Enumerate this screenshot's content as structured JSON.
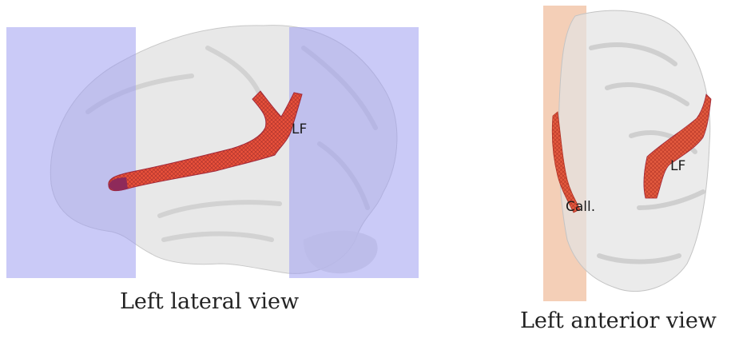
{
  "panels": [
    {
      "caption": "Left lateral view",
      "labels": [
        "LF"
      ]
    },
    {
      "caption": "Left anterior view",
      "labels": [
        "LF",
        "Call."
      ]
    }
  ],
  "colors": {
    "slab_blue": "#b3b3f5",
    "slab_orange": "#f2c7aa",
    "fissure_red": "#e8503a",
    "fissure_dark": "#a0283a",
    "brain_fill": "#e6e6e6"
  }
}
